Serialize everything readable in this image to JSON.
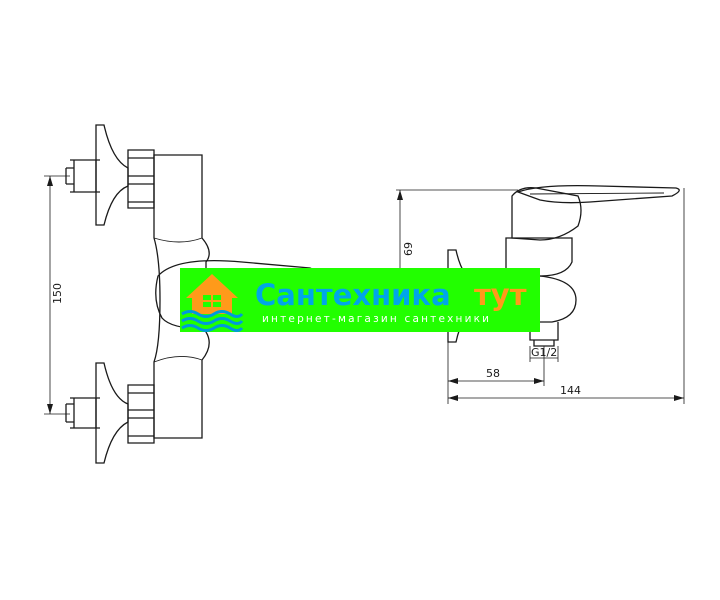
{
  "dimensions": {
    "height_150": "150",
    "height_69": "69",
    "width_58": "58",
    "width_144": "144",
    "thread": "G1/2"
  },
  "watermark": {
    "brand_main": "Сантехника",
    "brand_accent": "тут",
    "tagline": "интернет-магазин сантехники",
    "colors": {
      "banner": "#22ff00",
      "brand_main": "#00a6e8",
      "brand_accent": "#ff9a1a",
      "tagline": "#ffffff",
      "logo_house": "#ff9a1a",
      "logo_waves": "#0099dd"
    }
  }
}
